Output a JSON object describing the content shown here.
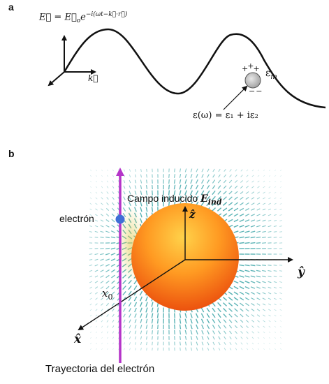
{
  "panel_a": {
    "label": "a",
    "equation_lhs": "E⃗ = E⃗",
    "equation_sub": "o",
    "equation_base": "e",
    "equation_exp": "−i(ωt−k⃗·r⃗)",
    "k_label": "k⃗",
    "epsilon_m": "ε",
    "epsilon_m_sub": "m",
    "charge_plus": "+",
    "charge_minus": "−",
    "dielectric_label": "ε(ω) = ε₁ + iε₂"
  },
  "panel_b": {
    "label": "b",
    "induced_field_text": "Campo inducido ",
    "induced_field_symbol": "E",
    "induced_field_sub": "ind",
    "electron_label": "electrón",
    "z_label": "ẑ",
    "y_label": "ŷ",
    "x_label": "x̂",
    "x0_label": "x",
    "x0_sub": "0",
    "trajectory_label": "Trayectoria del electrón"
  },
  "colors": {
    "sphere_light": "#ffd24a",
    "sphere_mid": "#ff8a1c",
    "sphere_dark": "#e8430a",
    "trajectory": "#b535c9",
    "electron": "#3f6fd6",
    "field_arrows": "#3fa6a9"
  }
}
